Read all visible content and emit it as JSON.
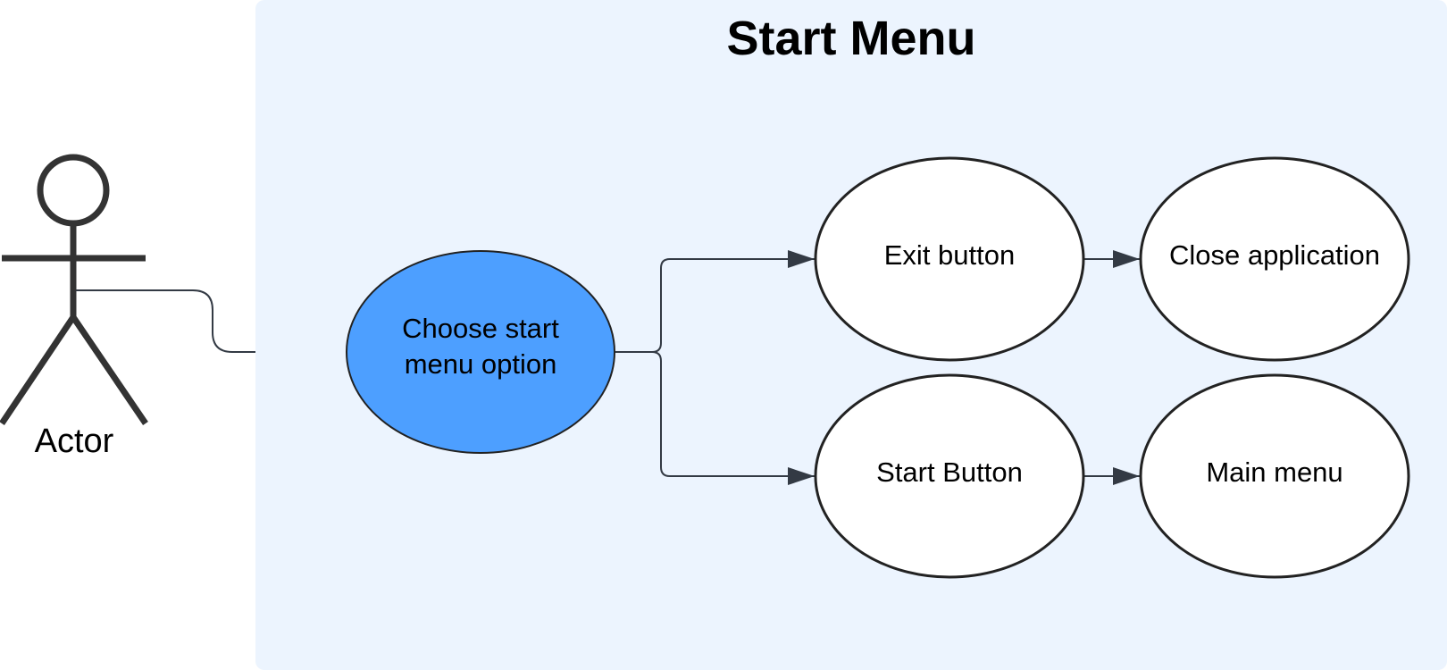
{
  "system_boundary": {
    "title": "Start Menu",
    "fill_color": "#ecf4fe"
  },
  "actor": {
    "label": "Actor",
    "stroke_color": "#333333"
  },
  "use_cases": {
    "choose_option": {
      "line1": "Choose start",
      "line2": "menu option",
      "fill_color": "#4d9fff"
    },
    "exit_button": {
      "label": "Exit button",
      "fill_color": "#ffffff"
    },
    "close_application": {
      "label": "Close application",
      "fill_color": "#ffffff"
    },
    "start_button": {
      "label": "Start Button",
      "fill_color": "#ffffff"
    },
    "main_menu": {
      "label": "Main menu",
      "fill_color": "#ffffff"
    }
  },
  "connector_color": "#333a44"
}
